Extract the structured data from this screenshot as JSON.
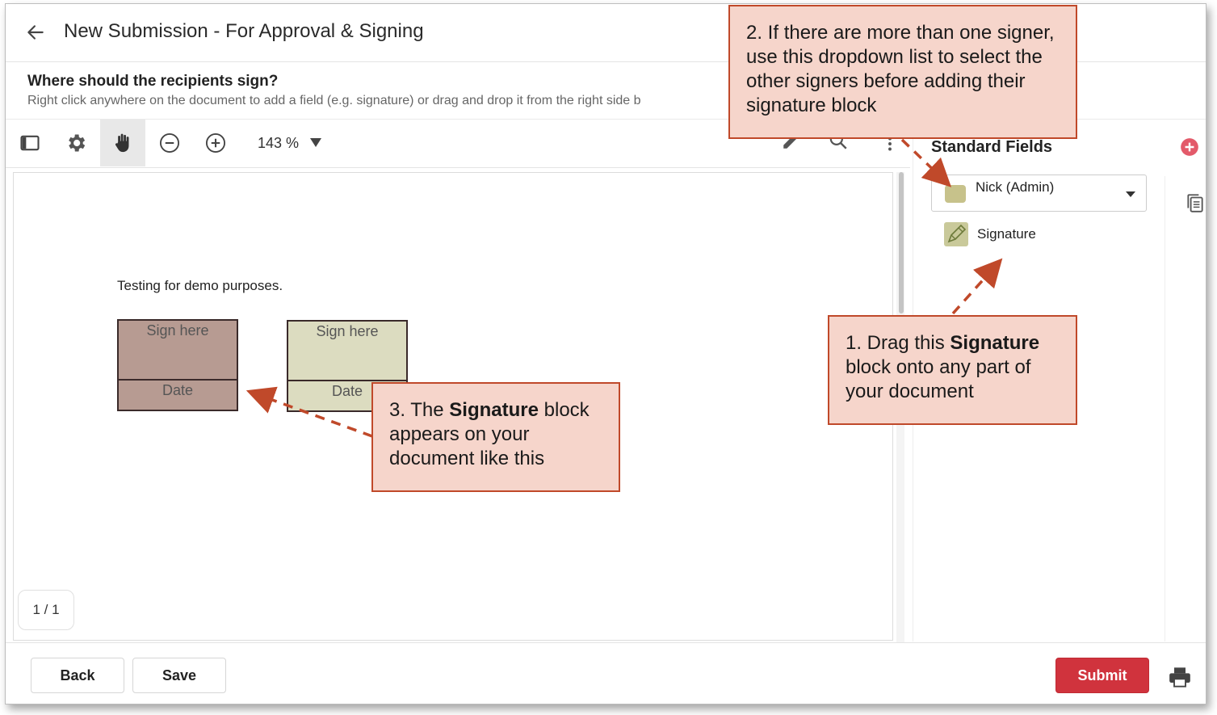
{
  "header": {
    "title": "New Submission - For Approval & Signing"
  },
  "subheader": {
    "question": "Where should the recipients sign?",
    "instruction": "Right click anywhere on the document to add a field (e.g. signature) or drag and drop it from the right side b"
  },
  "toolbar": {
    "zoom_level": "143 %",
    "icons": [
      "sidebar-toggle-icon",
      "gear-icon",
      "hand-icon",
      "zoom-out-icon",
      "zoom-in-icon",
      "pencil-icon",
      "search-icon",
      "more-vertical-icon"
    ]
  },
  "document": {
    "text": "Testing for demo purposes.",
    "signature_blocks": [
      {
        "sign_label": "Sign here",
        "date_label": "Date",
        "color": "#b79b92"
      },
      {
        "sign_label": "Sign here",
        "date_label": "Date",
        "color": "#dcdcc0"
      }
    ],
    "page_indicator": "1 / 1"
  },
  "fields_panel": {
    "title": "Standard Fields",
    "signer": {
      "name": "Nick (Admin)",
      "color": "#c7c28b"
    },
    "fields": [
      {
        "label": "Signature",
        "icon": "signature-pen-icon"
      }
    ]
  },
  "footer": {
    "back_label": "Back",
    "save_label": "Save",
    "submit_label": "Submit",
    "submit_color": "#d0333d"
  },
  "callouts": {
    "step1": {
      "before": "1. Drag this ",
      "bold": "Signature",
      "after": " block onto any part of your document"
    },
    "step2": {
      "text": "2. If there are more than one signer, use this dropdown list to select the other signers before adding their signature block"
    },
    "step3": {
      "before": "3. The ",
      "bold": "Signature",
      "after": " block appears on your document like this"
    },
    "color": "#c0492a"
  }
}
